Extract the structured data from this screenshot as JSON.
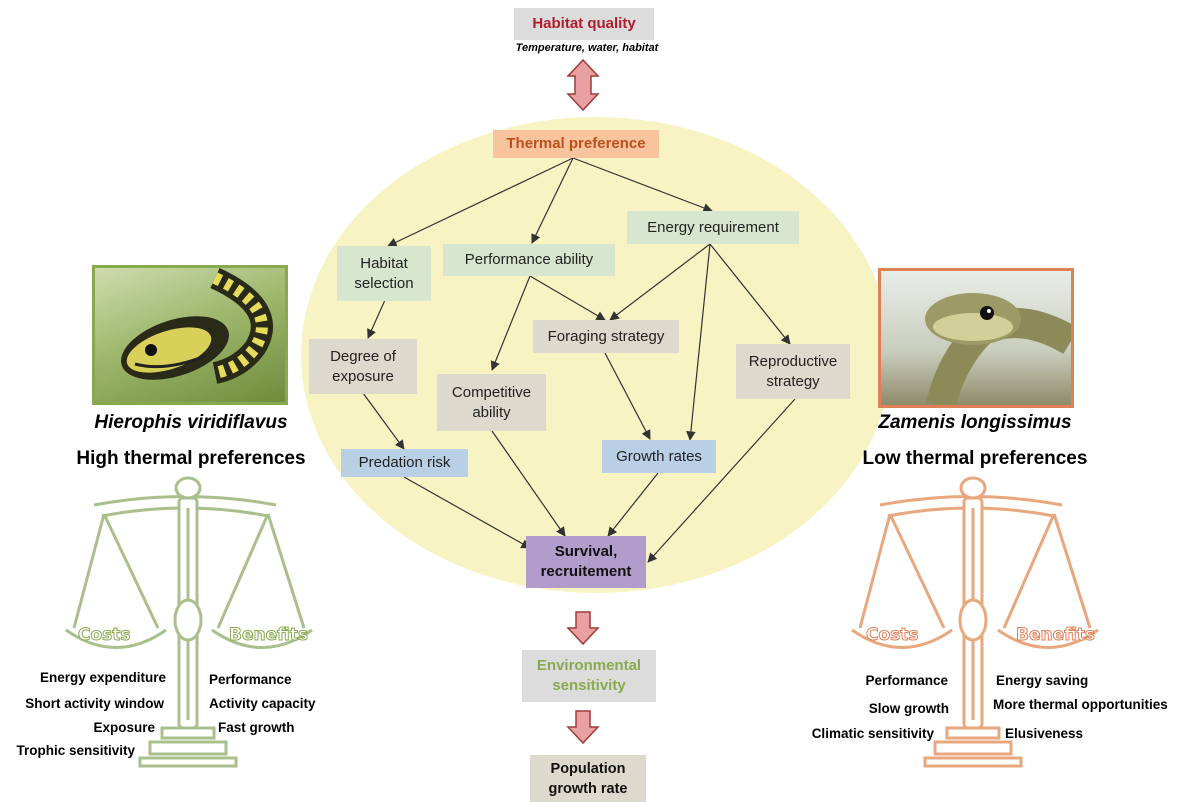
{
  "habitat": {
    "title": "Habitat quality",
    "subtitle": "Temperature, water, habitat"
  },
  "nodes": {
    "thermal_preference": "Thermal preference",
    "habitat_selection": "Habitat selection",
    "performance_ability": "Performance ability",
    "energy_requirement": "Energy requirement",
    "degree_of_exposure": "Degree of exposure",
    "foraging_strategy": "Foraging strategy",
    "competitive_ability": "Competitive ability",
    "reproductive_strategy": "Reproductive strategy",
    "predation_risk": "Predation risk",
    "growth_rates": "Growth rates",
    "survival": "Survival, recruitement"
  },
  "bottom": {
    "environmental_sensitivity": "Environmental sensitivity",
    "population_growth": "Population growth rate"
  },
  "left": {
    "species": "Hierophis viridiflavus",
    "thermal": "High thermal preferences",
    "costs_title": "Costs",
    "benefits_title": "Benefits",
    "costs": [
      "Energy expenditure",
      "Short activity window",
      "Exposure",
      "Trophic sensitivity"
    ],
    "benefits": [
      "Performance",
      "Activity capacity",
      "Fast growth"
    ],
    "color": "#a9bf8c"
  },
  "right": {
    "species": "Zamenis longissimus",
    "thermal": "Low thermal preferences",
    "costs_title": "Costs",
    "benefits_title": "Benefits",
    "costs": [
      "Performance",
      "Slow growth",
      "Climatic sensitivity"
    ],
    "benefits": [
      "Energy saving",
      "More thermal opportunities",
      "Elusiveness"
    ],
    "color": "#e8a77c"
  },
  "colors": {
    "ellipse": "#f7f3c2",
    "habitat_title": "#b01c2e",
    "env_text": "#8aa94f",
    "arrow_fill": "#e8a0a0",
    "arrow_stroke": "#9e3b3b"
  }
}
